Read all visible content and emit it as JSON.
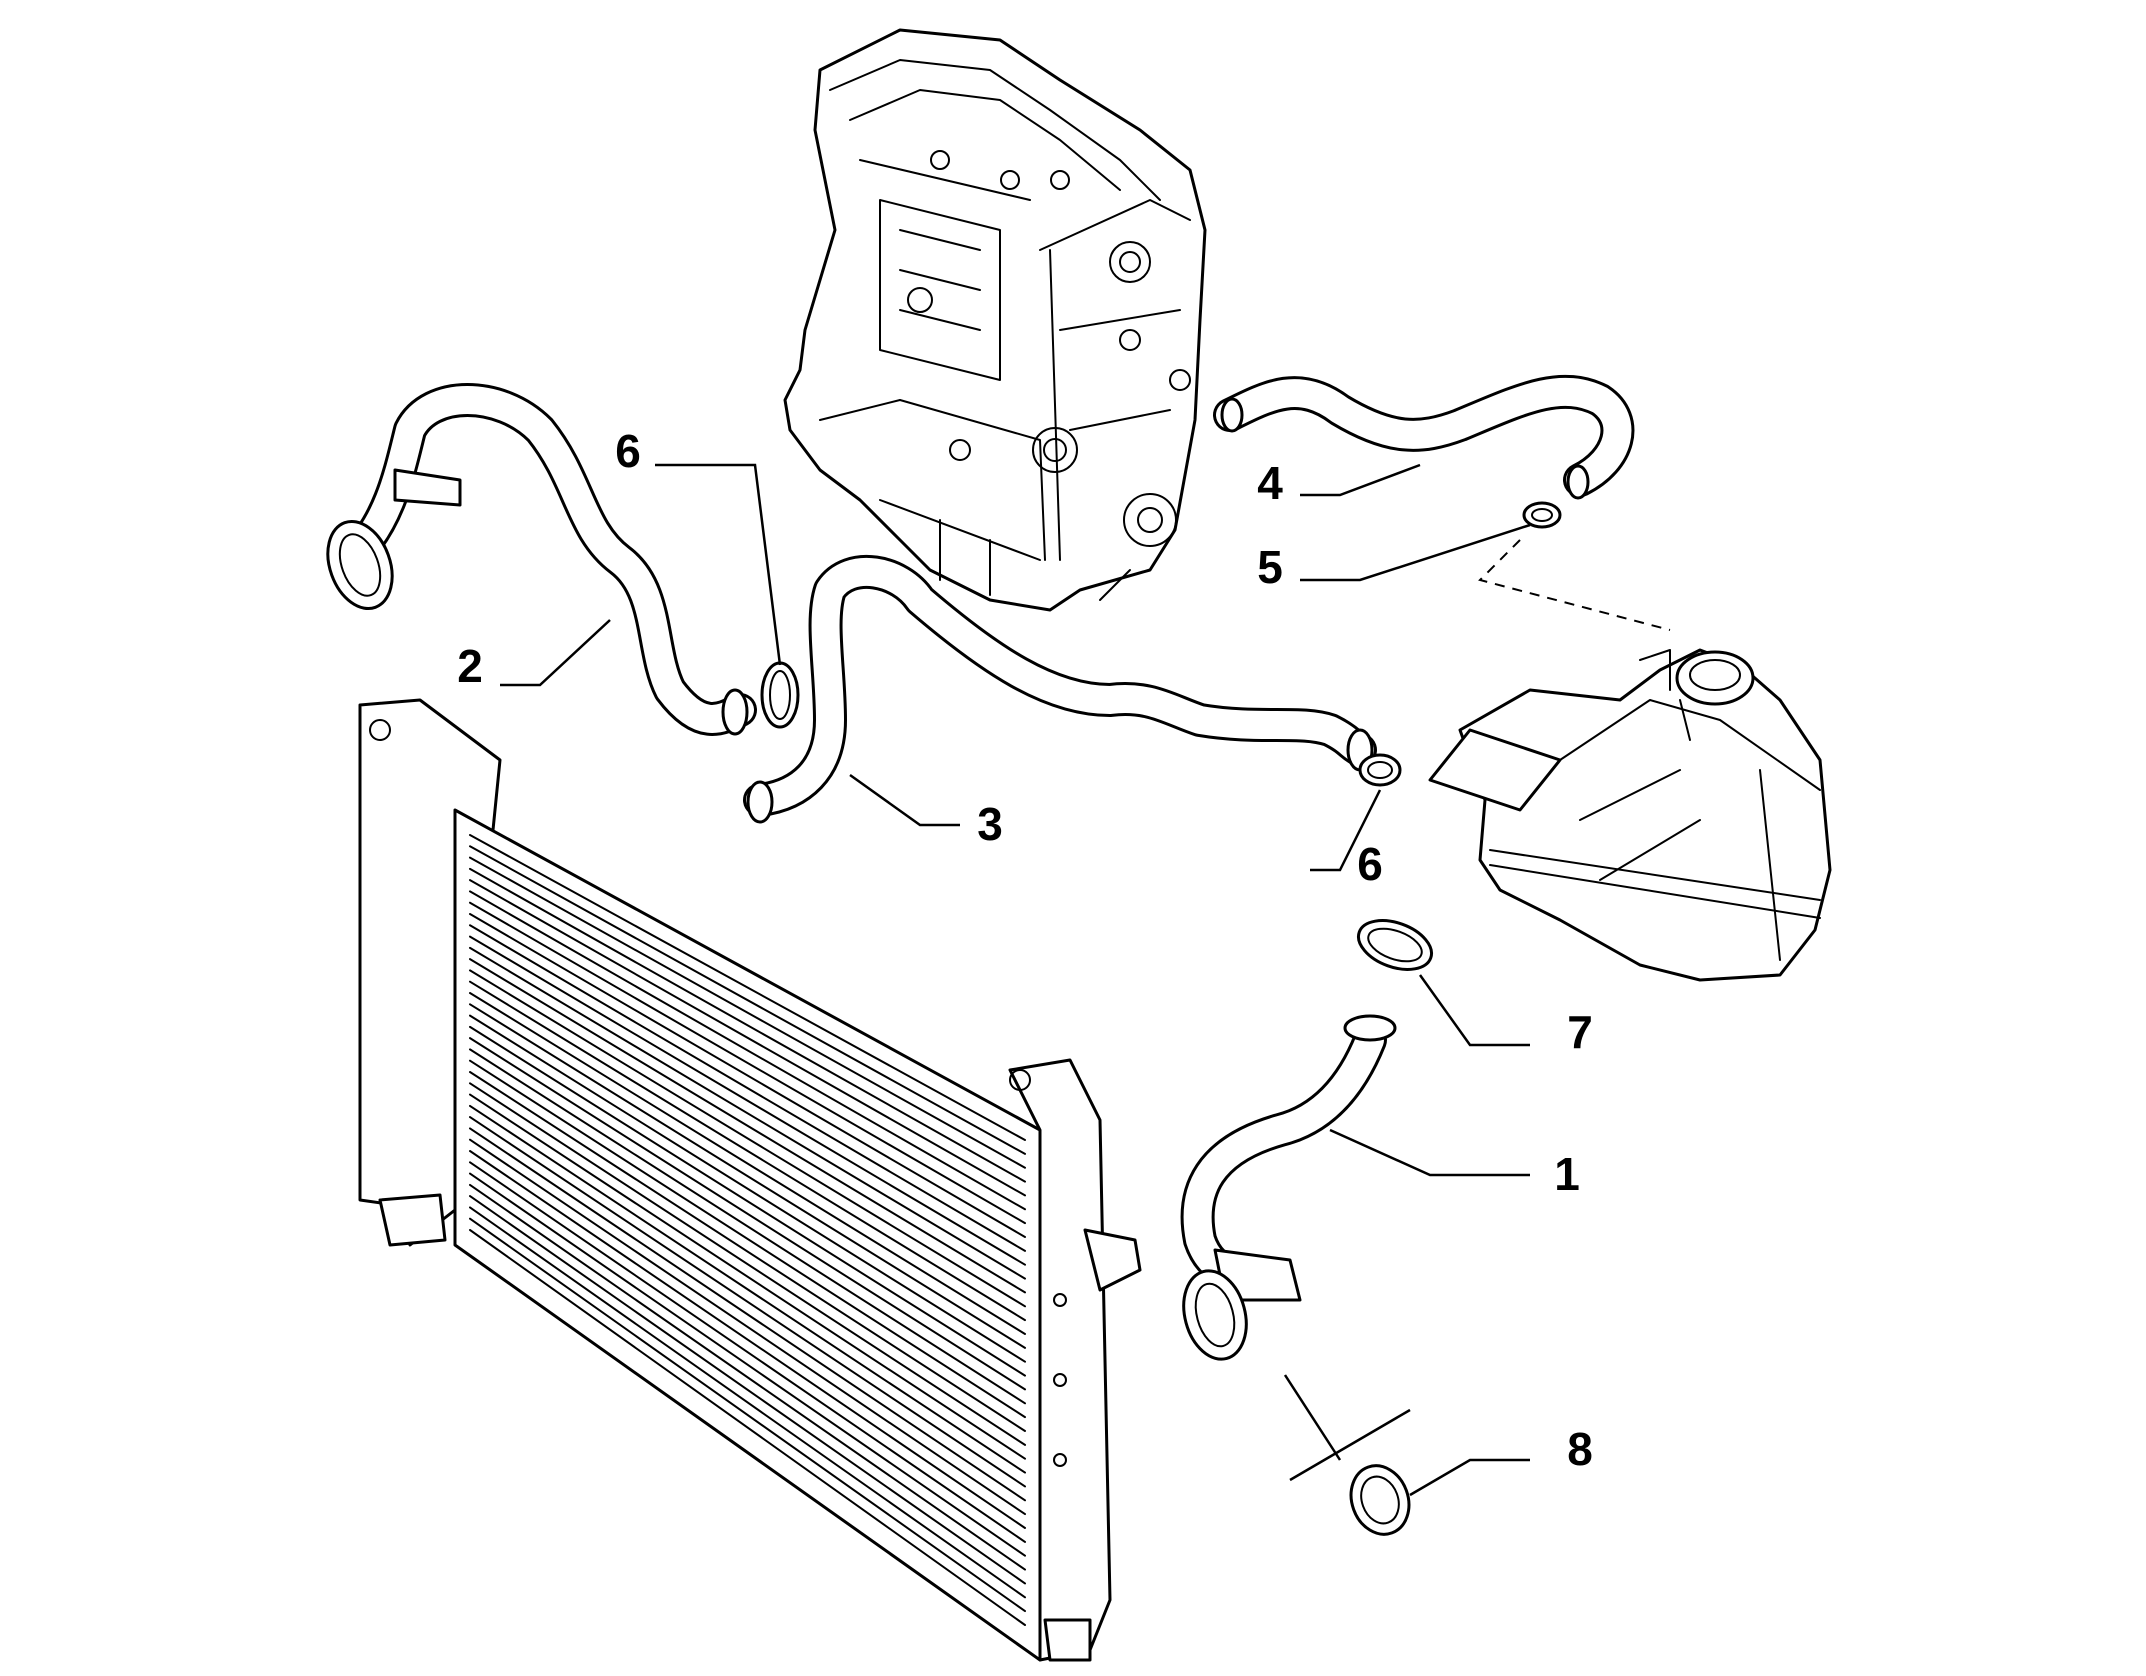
{
  "callouts": [
    {
      "id": "1",
      "label": "1"
    },
    {
      "id": "2",
      "label": "2"
    },
    {
      "id": "3",
      "label": "3"
    },
    {
      "id": "4",
      "label": "4"
    },
    {
      "id": "5",
      "label": "5"
    },
    {
      "id": "6a",
      "label": "6"
    },
    {
      "id": "6b",
      "label": "6"
    },
    {
      "id": "7",
      "label": "7"
    },
    {
      "id": "8",
      "label": "8"
    }
  ],
  "components": [
    {
      "id": "engine-block",
      "icon": "engine-block-icon"
    },
    {
      "id": "radiator",
      "icon": "radiator-icon"
    },
    {
      "id": "expansion-tank",
      "icon": "expansion-tank-icon"
    },
    {
      "id": "hose-1",
      "icon": "hose-icon"
    },
    {
      "id": "hose-2",
      "icon": "hose-icon"
    },
    {
      "id": "hose-3",
      "icon": "hose-icon"
    },
    {
      "id": "hose-4",
      "icon": "hose-icon"
    },
    {
      "id": "clamp-5",
      "icon": "hose-clamp-icon"
    },
    {
      "id": "clamp-6a",
      "icon": "hose-clamp-icon"
    },
    {
      "id": "clamp-6b",
      "icon": "hose-clamp-icon"
    },
    {
      "id": "clamp-7",
      "icon": "hose-clamp-icon"
    },
    {
      "id": "clamp-8",
      "icon": "hose-clamp-icon"
    }
  ]
}
